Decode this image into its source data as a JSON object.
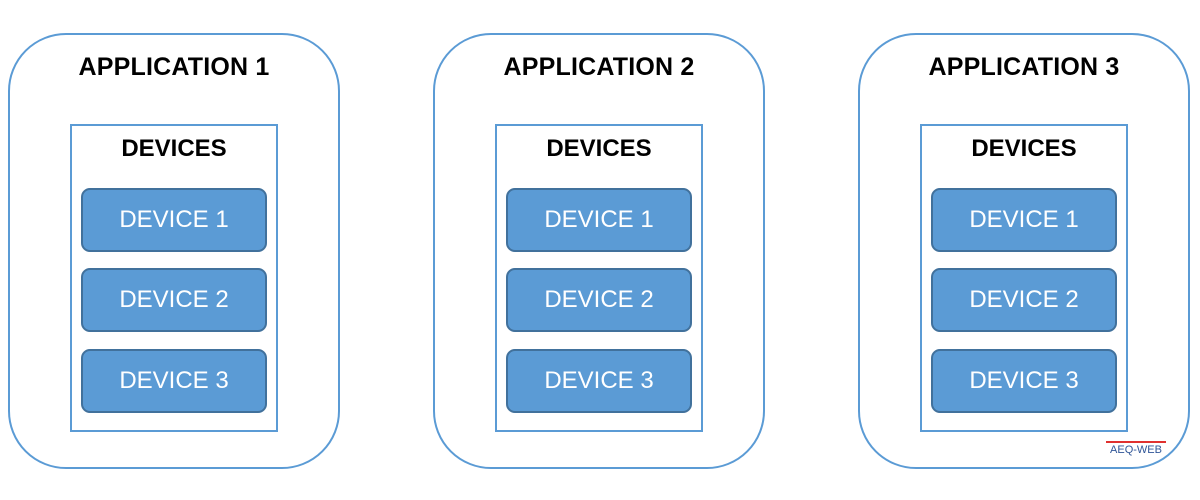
{
  "applications": [
    {
      "title": "APPLICATION 1",
      "devices_title": "DEVICES",
      "devices": [
        "DEVICE 1",
        "DEVICE 2",
        "DEVICE 3"
      ]
    },
    {
      "title": "APPLICATION 2",
      "devices_title": "DEVICES",
      "devices": [
        "DEVICE 1",
        "DEVICE 2",
        "DEVICE 3"
      ]
    },
    {
      "title": "APPLICATION 3",
      "devices_title": "DEVICES",
      "devices": [
        "DEVICE 1",
        "DEVICE 2",
        "DEVICE 3"
      ]
    }
  ],
  "watermark": "AEQ-WEB",
  "colors": {
    "outline": "#5b9bd5",
    "device_fill": "#5b9bd5",
    "device_border": "#41719c",
    "device_text": "#ffffff",
    "watermark_text": "#2f5597",
    "watermark_line": "#e0312f"
  }
}
